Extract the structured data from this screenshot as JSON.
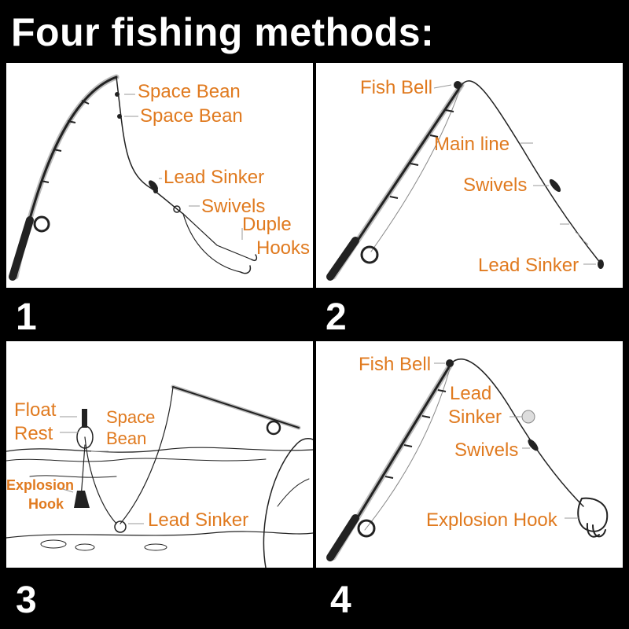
{
  "title": "Four fishing methods:",
  "methods": [
    {
      "number": "1",
      "labels": [
        "Space Bean",
        "Space Bean",
        "Lead Sinker",
        "Swivels",
        "Duple",
        "Hooks"
      ]
    },
    {
      "number": "2",
      "labels": [
        "Fish Bell",
        "Main line",
        "Swivels",
        "Lead Sinker"
      ]
    },
    {
      "number": "3",
      "labels": [
        "Float",
        "Rest",
        "Space",
        "Bean",
        "Explosion",
        "Hook",
        "Lead Sinker"
      ]
    },
    {
      "number": "4",
      "labels": [
        "Fish Bell",
        "Lead",
        "Sinker",
        "Swivels",
        "Explosion Hook"
      ]
    }
  ],
  "colors": {
    "label": "#e07a1f",
    "background": "#000000",
    "panel": "#ffffff"
  }
}
